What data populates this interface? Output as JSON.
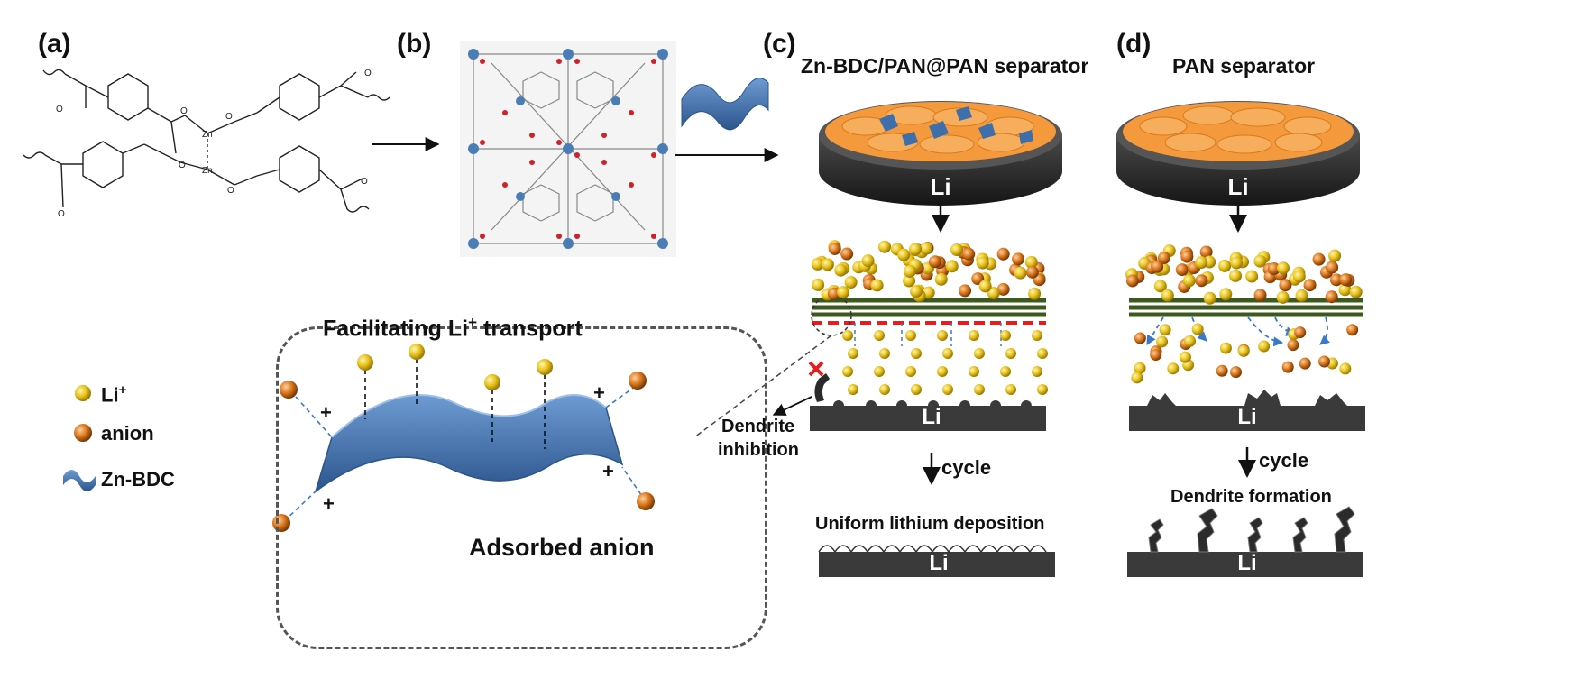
{
  "panels": {
    "a": "(a)",
    "b": "(b)",
    "c": "(c)",
    "d": "(d)"
  },
  "titles": {
    "c": "Zn-BDC/PAN@PAN separator",
    "d": "PAN separator"
  },
  "legend": {
    "li_base": "Li",
    "li_sup": "+",
    "anion": "anion",
    "znbdc": "Zn-BDC"
  },
  "inset": {
    "title_base": "Facilitating Li",
    "title_sup": "+",
    "title_rest": " transport",
    "adsorbed": "Adsorbed anion",
    "plus": "+"
  },
  "annotations": {
    "dendrite_inhibition_1": "Dendrite",
    "dendrite_inhibition_2": "inhibition",
    "cycle_c": "cycle",
    "cycle_d": "cycle",
    "uniform": "Uniform lithium deposition",
    "dendrite_formation": "Dendrite formation"
  },
  "li_labels": {
    "disk_c": "Li",
    "disk_d": "Li",
    "plate_c_mid": "Li",
    "plate_d_mid": "Li",
    "plate_c_bot": "Li",
    "plate_d_bot": "Li"
  },
  "molecule": {
    "zn_top": "Zn",
    "zn_bottom": "Zn",
    "o": "O"
  },
  "colors": {
    "li_ion": "#e8c21a",
    "anion": "#d9761c",
    "znbdc": "#3f6faa",
    "pan": "#f59a3c",
    "separator_line": "#3d5a1e",
    "red_dash": "#e02020",
    "plate": "#3a3a3a"
  }
}
